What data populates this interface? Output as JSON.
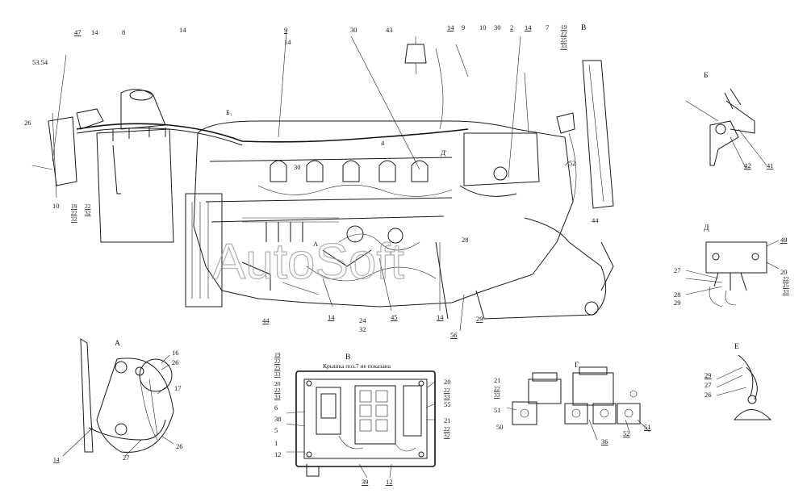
{
  "watermark": "AutoSoft",
  "views": {
    "a_title": "А",
    "b_title": "Б",
    "d_title": "Д",
    "e_title": "Е",
    "g_title": "Г",
    "v_title": "В",
    "v_note": "Крышка поз.7 не показана",
    "v_top": "В",
    "b1": "Б₁",
    "d1": "Д'"
  },
  "callouts": {
    "main": [
      "47",
      "14",
      "8",
      "14",
      "9",
      "14",
      "30",
      "43",
      "14",
      "9",
      "10",
      "30",
      "2",
      "14",
      "7",
      "53.54",
      "26",
      "10",
      "52",
      "44",
      "28",
      "56",
      "29",
      "44",
      "24",
      "32",
      "14",
      "45",
      "14",
      "30",
      "4",
      "А"
    ],
    "main_stack_top": [
      "19",
      "22",
      "25",
      "33"
    ],
    "main_stack_left": [
      "19",
      "22",
      "32"
    ],
    "main_stack_left2": [
      "22",
      "32"
    ],
    "view_b": [
      "42",
      "41"
    ],
    "view_d": [
      "49",
      "27",
      "28",
      "29",
      "20",
      "22",
      "25",
      "33"
    ],
    "view_a": [
      "16",
      "26",
      "17",
      "14",
      "27",
      "26"
    ],
    "view_v_left": [
      "19",
      "22",
      "25",
      "33",
      "20",
      "22",
      "33",
      "6",
      "38",
      "5",
      "1",
      "12"
    ],
    "view_v_right": [
      "20",
      "22",
      "33",
      "55",
      "21",
      "22",
      "32"
    ],
    "view_v_bottom": [
      "39",
      "12"
    ],
    "view_g": [
      "21",
      "22",
      "33",
      "51",
      "50",
      "36",
      "52",
      "51"
    ],
    "view_e": [
      "29",
      "27",
      "26"
    ]
  }
}
